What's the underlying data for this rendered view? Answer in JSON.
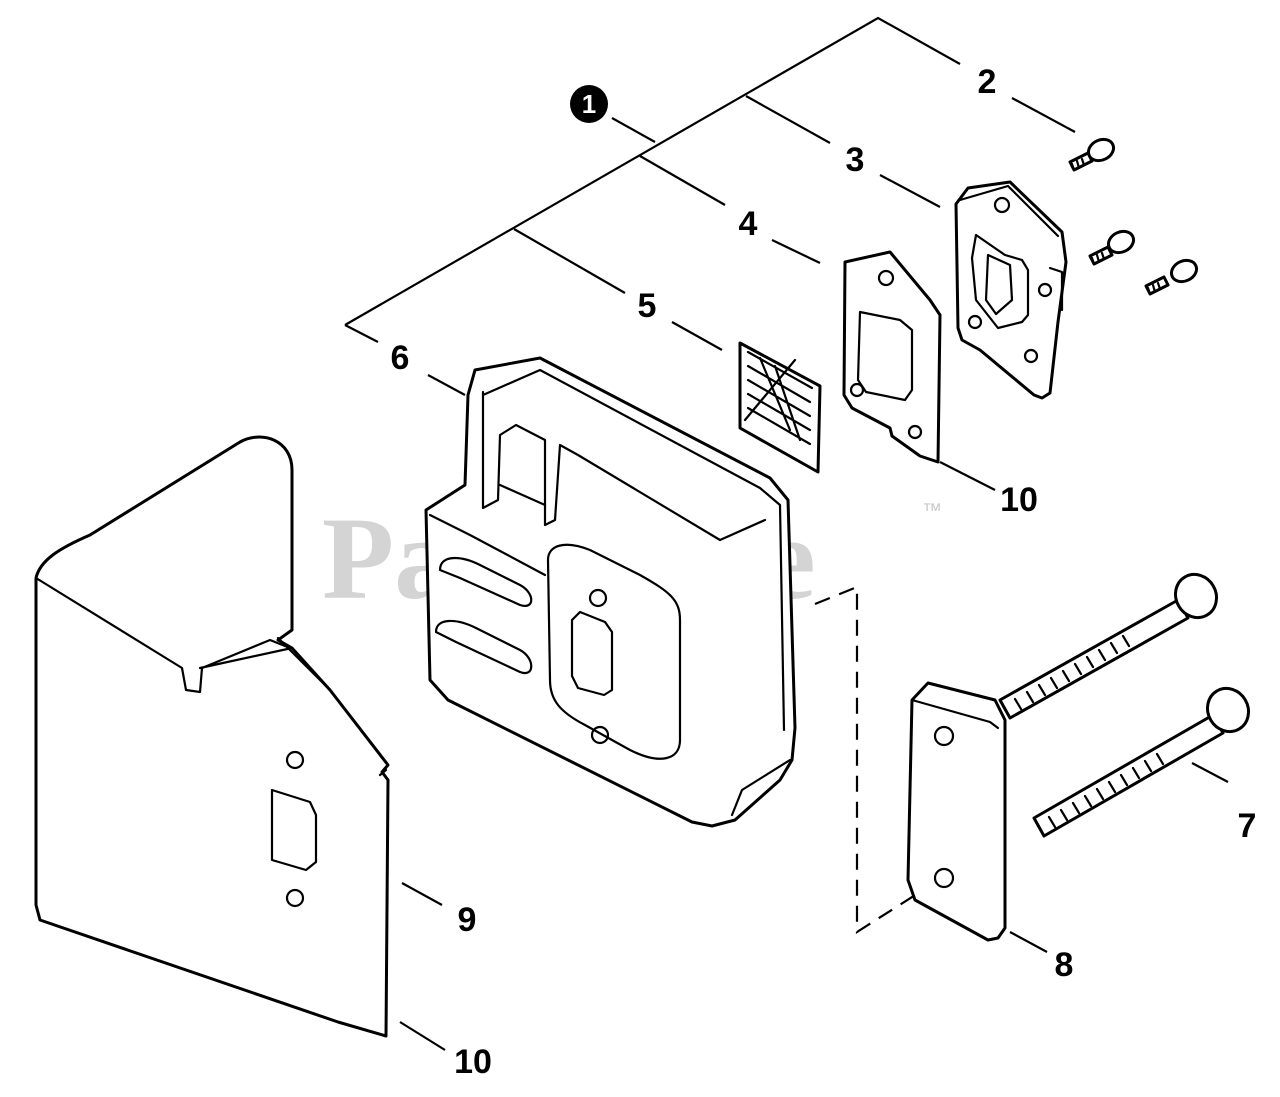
{
  "watermark": {
    "text": "PartsTree",
    "trademark": "™"
  },
  "callouts": {
    "assembly": "1",
    "bolt_short": "2",
    "plate_top": "3",
    "gasket_top": "4",
    "screen": "5",
    "muffler": "6",
    "bolt_long": "7",
    "spacer_plate": "8",
    "heat_shield": "9",
    "gasket_right": "10",
    "gasket_bottom": "10"
  }
}
